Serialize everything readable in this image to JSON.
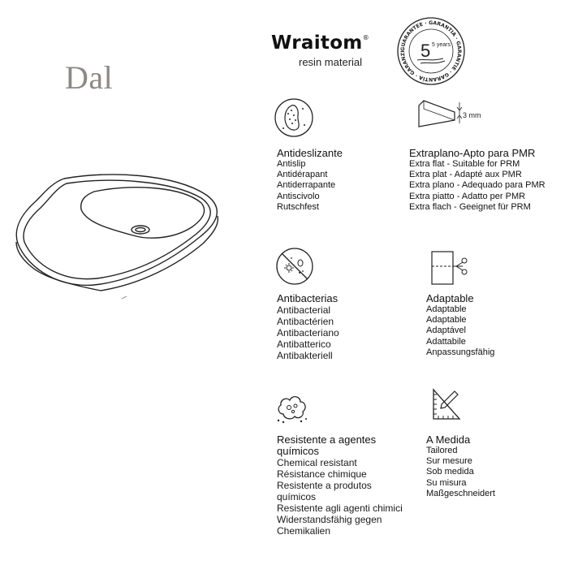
{
  "product": {
    "name": "Dal"
  },
  "brand": {
    "name": "Wraitom",
    "registered": "®",
    "subtitle": "resin material"
  },
  "guarantee": {
    "years": "5 years",
    "ring_text": "GUARANTEE · GARANTIA · GARANTIE · GARANTÍA · GARANZIA ·"
  },
  "extraflat": {
    "thickness": "3 mm"
  },
  "features": {
    "antislip": {
      "title": "Antideslizante",
      "lines": [
        "Antislip",
        "Antidérapant",
        "Antiderrapante",
        "Antiscivolo",
        "Rutschfest"
      ]
    },
    "extraflat": {
      "title": "Extraplano-Apto para PMR",
      "lines": [
        "Extra flat - Suitable for PRM",
        "Extra plat - Adapté aux PMR",
        "Extra plano - Adequado para PMR",
        "Extra piatto - Adatto per PMR",
        "Extra flach - Geeignet für PRM"
      ]
    },
    "antibacterial": {
      "title": "Antibacterias",
      "lines": [
        "Antibacterial",
        "Antibactérien",
        "Antibacteriano",
        "Antibatterico",
        "Antibakteriell"
      ]
    },
    "adaptable": {
      "title": "Adaptable",
      "lines": [
        "Adaptable",
        "Adaptable",
        "Adaptável",
        "Adattabile",
        "Anpassungsfähig"
      ]
    },
    "chemical": {
      "title_1": "Resistente a agentes",
      "title_2": "químicos",
      "lines": [
        "Chemical resistant",
        "Résistance chimique",
        "Resistente a produtos",
        "químicos",
        "Resistente agli agenti chimici",
        "Widerstandsfähig gegen",
        "Chemikalien"
      ]
    },
    "custom": {
      "title": "A Medida",
      "lines": [
        "Tailored",
        "Sur mesure",
        "Sob medida",
        "Su misura",
        "Maßgeschneidert"
      ]
    }
  },
  "colors": {
    "product_name": "#8c8a87",
    "text": "#1a1a1a",
    "line_art": "#222222"
  },
  "icons": [
    "tray-drawing",
    "guarantee-seal-icon",
    "footprint-icon",
    "thickness-icon",
    "bacteria-icon",
    "cut-icon",
    "chemical-icon",
    "measure-icon"
  ]
}
